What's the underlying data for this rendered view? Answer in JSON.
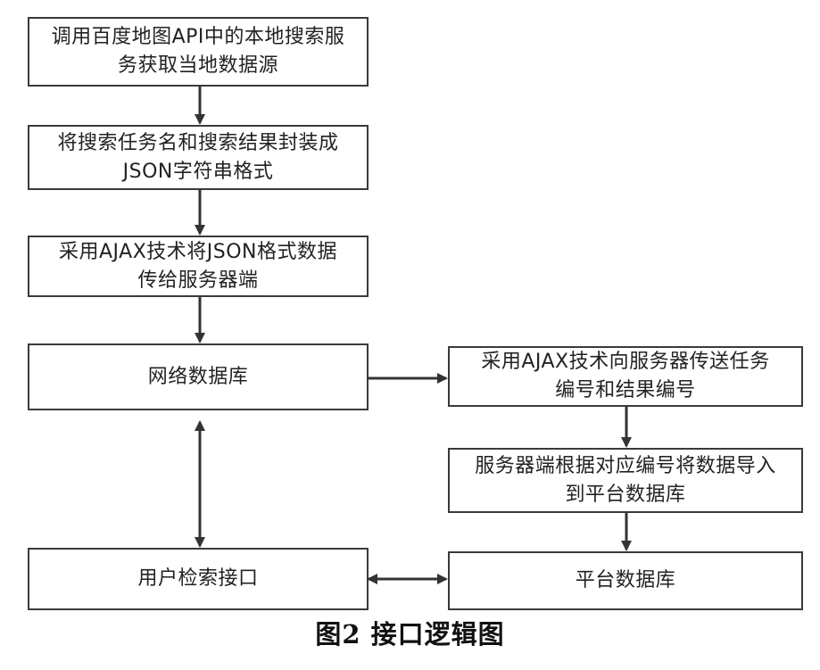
{
  "diagram": {
    "boxes": {
      "step1": {
        "lines": [
          "调用百度地图API中的本地搜索服",
          "务获取当地数据源"
        ]
      },
      "step2": {
        "lines": [
          "将搜索任务名和搜索结果封装成",
          "JSON字符串格式"
        ]
      },
      "step3": {
        "lines": [
          "采用AJAX技术将JSON格式数据",
          "传给服务器端"
        ]
      },
      "network_db": {
        "label": "网络数据库"
      },
      "user_query": {
        "label": "用户检索接口"
      },
      "send_task": {
        "lines": [
          "采用AJAX技术向服务器传送任务",
          "编号和结果编号"
        ]
      },
      "server_import": {
        "lines": [
          "服务器端根据对应编号将数据导入",
          "到平台数据库"
        ]
      },
      "platform_db": {
        "label": "平台数据库"
      }
    },
    "caption": "图2  接口逻辑图"
  }
}
